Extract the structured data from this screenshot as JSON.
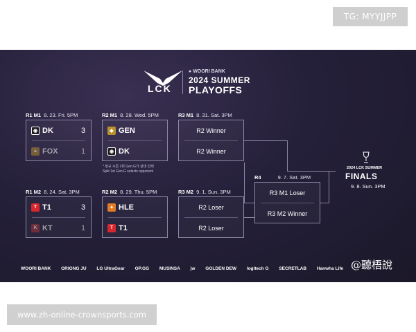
{
  "tg_badge": "TG: MYYJJPP",
  "url_badge": "www.zh-online-crownsports.com",
  "header": {
    "logo_text": "LCK",
    "sponsor": "WOORI BANK",
    "title_line1": "2024 SUMMER",
    "title_line2": "PLAYOFFS"
  },
  "rounds": {
    "r1m1": {
      "id": "R1 M1",
      "date": "8. 23. Fri. 5PM",
      "t1": "DK",
      "s1": "3",
      "t2": "FOX",
      "s2": "1"
    },
    "r1m2": {
      "id": "R1 M2",
      "date": "8. 24. Sat. 3PM",
      "t1": "T1",
      "s1": "3",
      "t2": "KT",
      "s2": "1"
    },
    "r2m1": {
      "id": "R2 M1",
      "date": "8. 28. Wed. 5PM",
      "t1": "GEN",
      "t2": "DK"
    },
    "r2m2": {
      "id": "R2 M2",
      "date": "8. 29. Thu. 5PM",
      "t1": "HLE",
      "t2": "T1"
    },
    "r3m1": {
      "id": "R3 M1",
      "date": "8. 31. Sat. 3PM",
      "slot1": "R2 Winner",
      "slot2": "R2 Winner"
    },
    "r3m2": {
      "id": "R3 M2",
      "date": "9. 1. Sun. 3PM",
      "slot1": "R2 Loser",
      "slot2": "R2 Loser"
    },
    "r4": {
      "id": "R4",
      "date": "9. 7. Sat. 3PM",
      "slot1": "R3 M1 Loser",
      "slot2": "R3 M2 Winner"
    }
  },
  "note": {
    "line1": "* 정규 시즌 1위 Gen.G가 상대 선택",
    "line2": "Split 1st Gen.G selects opponent"
  },
  "finals": {
    "subtitle": "2024 LCK SUMMER",
    "title": "FINALS",
    "date": "9. 8. Sun. 3PM"
  },
  "sponsors": [
    "WOORI BANK",
    "ORIONG JU",
    "LG UltraGear",
    "OP.GG",
    "MUSINSA",
    "jw",
    "GOLDEN DEW",
    "logitech G",
    "SECRETLAB",
    "Hanwha Life"
  ],
  "watermark": "@聽梧說",
  "colors": {
    "background": "#25203a",
    "box_border": "#8c88a6",
    "dk": "#1c1c1c",
    "fox": "#b08a2e",
    "t1": "#d8262f",
    "kt": "#a8343a",
    "gen": "#b8902e",
    "hle": "#e07b22"
  }
}
